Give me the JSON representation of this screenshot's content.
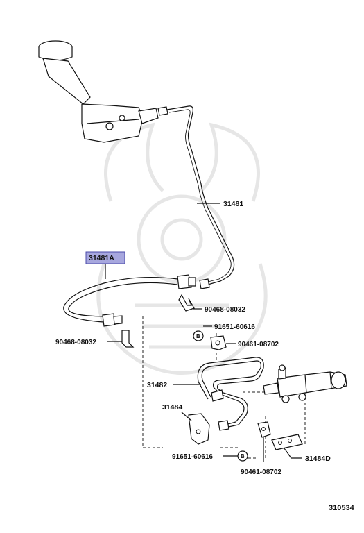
{
  "labels": {
    "p31481": "31481",
    "p31481a": "31481A",
    "p90468_top": "90468-08032",
    "p90468_left": "90468-08032",
    "p91651_top": "91651-60616",
    "p90461_top": "90461-08702",
    "p31482": "31482",
    "p31484": "31484",
    "p91651_bottom": "91651-60616",
    "p31484d": "31484D",
    "p90461_bottom": "90461-08702"
  },
  "badge_letter": "B",
  "figure_number": "310534",
  "colors": {
    "highlight_fill": "#a7a7de",
    "highlight_border": "#4a4aa8",
    "line": "#111111"
  }
}
